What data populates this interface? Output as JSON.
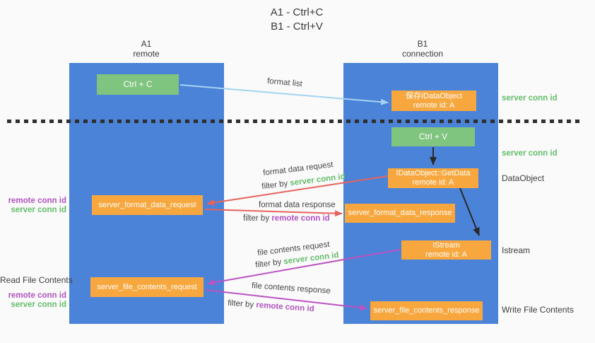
{
  "title": {
    "line1": "A1 - Ctrl+C",
    "line2": "B1 - Ctrl+V"
  },
  "lanes": {
    "left": {
      "name": "A1",
      "role": "remote"
    },
    "right": {
      "name": "B1",
      "role": "connection"
    }
  },
  "nodes": {
    "ctrl_c": {
      "label": "Ctrl + C"
    },
    "save_dataobject": {
      "line1": "保存IDataObject",
      "line2": "remote id: A"
    },
    "ctrl_v": {
      "label": "Ctrl + V"
    },
    "getdata": {
      "line1": "IDataObject::GetData",
      "line2": "remote id: A"
    },
    "format_request": {
      "label": "server_format_data_request"
    },
    "format_response": {
      "label": "server_format_data_response"
    },
    "istream": {
      "line1": "IStream",
      "line2": "remote id: A"
    },
    "file_request": {
      "label": "server_file_contents_request"
    },
    "file_response": {
      "label": "server_file_contents_response"
    }
  },
  "flow": {
    "format_list": "format list",
    "format_data_request": "format data request",
    "format_data_response": "format data response",
    "file_contents_request": "file contents request",
    "file_contents_response": "file contents response",
    "filter_by": "filter by ",
    "server_conn_id": "server conn id",
    "remote_conn_id": "remote conn id"
  },
  "side": {
    "left": {
      "remote_conn_1": "remote conn id",
      "server_conn_1": "server conn id",
      "read_file": "Read File Contents",
      "remote_conn_2": "remote conn id",
      "server_conn_2": "server conn id"
    },
    "right": {
      "server_conn_top": "server conn id",
      "server_conn_mid": "server conn id",
      "dataobject": "DataObject",
      "istream": "Istream",
      "write_file": "Write File Contents"
    }
  },
  "colors": {
    "lane_blue": "#4b83d8",
    "node_green": "#7fc47f",
    "node_orange": "#f7a73e",
    "server_green": "#63bd6a",
    "remote_purple": "#b153c1",
    "arrow_red": "#e8625d",
    "arrow_magenta": "#bb53c3",
    "arrow_lightblue": "#a5d3f2",
    "arrow_black": "#2a2a2a",
    "divider": "#2f2f2f",
    "bg": "#fafafa"
  }
}
